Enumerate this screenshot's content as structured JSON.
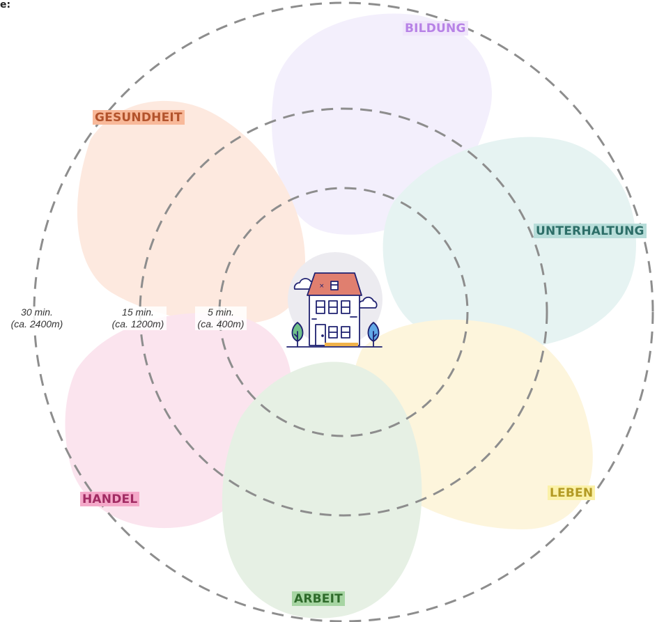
{
  "diagram": {
    "header_text": "e:",
    "categories": [
      {
        "id": "bildung",
        "label": "BILDUNG",
        "text_color": "#b782e6",
        "label_bg": "#f0e6fb",
        "fill": "#f3effc"
      },
      {
        "id": "gesundheit",
        "label": "GESUNDHEIT",
        "text_color": "#b3532c",
        "label_bg": "#f8b99a",
        "fill": "#fde9df"
      },
      {
        "id": "unterhaltung",
        "label": "UNTERHALTUNG",
        "text_color": "#2d6e68",
        "label_bg": "#b7ddd9",
        "fill": "#e6f3f2"
      },
      {
        "id": "handel",
        "label": "HANDEL",
        "text_color": "#a12b63",
        "label_bg": "#f4a9c9",
        "fill": "#fbe4ee"
      },
      {
        "id": "leben",
        "label": "LEBEN",
        "text_color": "#b39a23",
        "label_bg": "#fbf1a8",
        "fill": "#fdf5dc"
      },
      {
        "id": "arbeit",
        "label": "ARBEIT",
        "text_color": "#2e6a2a",
        "label_bg": "#a7d5a3",
        "fill": "#e6f0e4"
      }
    ],
    "rings": [
      {
        "id": "ring-5",
        "time": "5 min.",
        "distance": "(ca. 400m)"
      },
      {
        "id": "ring-15",
        "time": "15 min.",
        "distance": "(ca. 1200m)"
      },
      {
        "id": "ring-30",
        "time": "30 min.",
        "distance": "(ca. 2400m)"
      }
    ],
    "center_icon": "house-icon",
    "colors": {
      "ring_stroke": "#8d8d8d",
      "house_outline": "#1f2170",
      "house_roof": "#e07f6f",
      "tree_green": "#6fc08a",
      "tree_blue": "#62a8e6"
    }
  }
}
